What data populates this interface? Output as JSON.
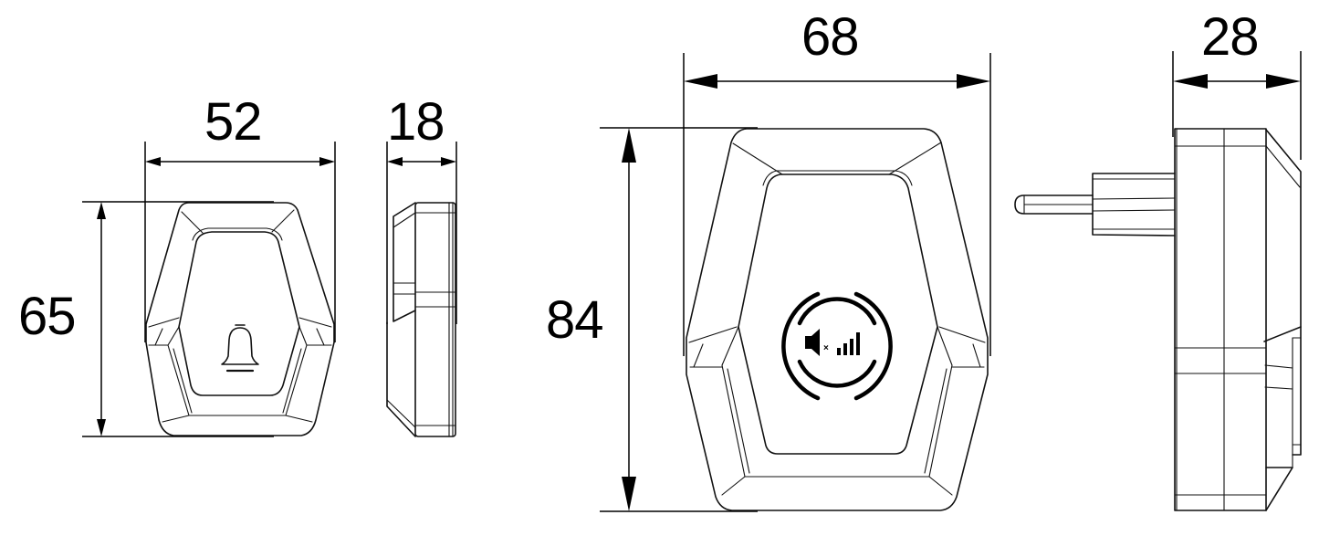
{
  "drawing": {
    "title": "Wireless doorbell dimension drawing",
    "units": "mm",
    "colors": {
      "line": "#111111",
      "background": "#ffffff"
    }
  },
  "push_button": {
    "front_view": {
      "width_label": "52",
      "height_label": "65",
      "icon": "bell-icon"
    },
    "side_view": {
      "depth_label": "18"
    }
  },
  "receiver": {
    "front_view": {
      "width_label": "68",
      "height_label": "84",
      "icon": "mute-volume-level-icon"
    },
    "side_view": {
      "depth_label": "28",
      "feature": "plug-pin"
    }
  }
}
